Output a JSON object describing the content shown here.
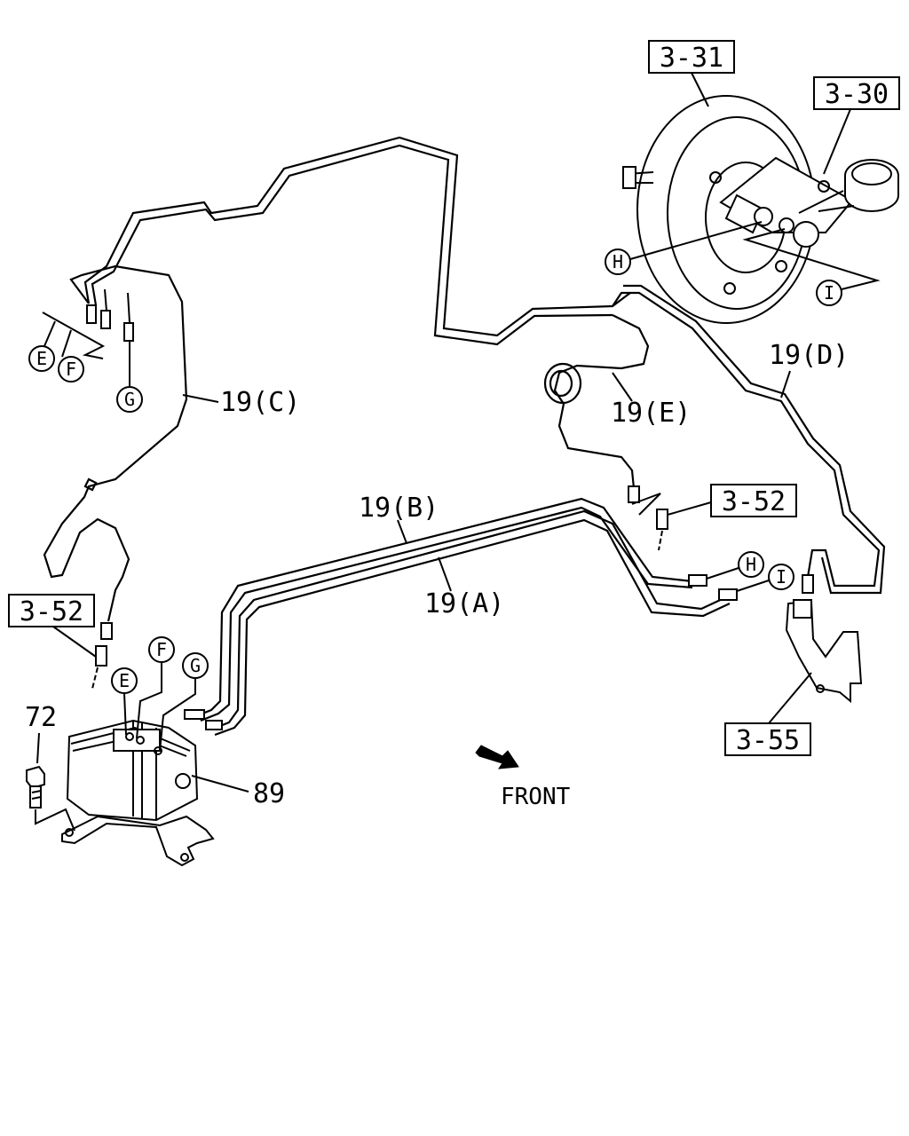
{
  "refs": {
    "booster": "3-31",
    "master_cylinder": "3-30",
    "hose_right": "3-52",
    "hose_left": "3-52",
    "bracket": "3-55"
  },
  "parts": {
    "pipe_a": "19(A)",
    "pipe_b": "19(B)",
    "pipe_c": "19(C)",
    "pipe_d": "19(D)",
    "pipe_e": "19(E)",
    "bolt": "72",
    "hydraulic_unit": "89"
  },
  "connectors": {
    "e": "E",
    "f": "F",
    "g": "G",
    "h": "H",
    "i": "I"
  },
  "direction": {
    "label": "FRONT"
  }
}
